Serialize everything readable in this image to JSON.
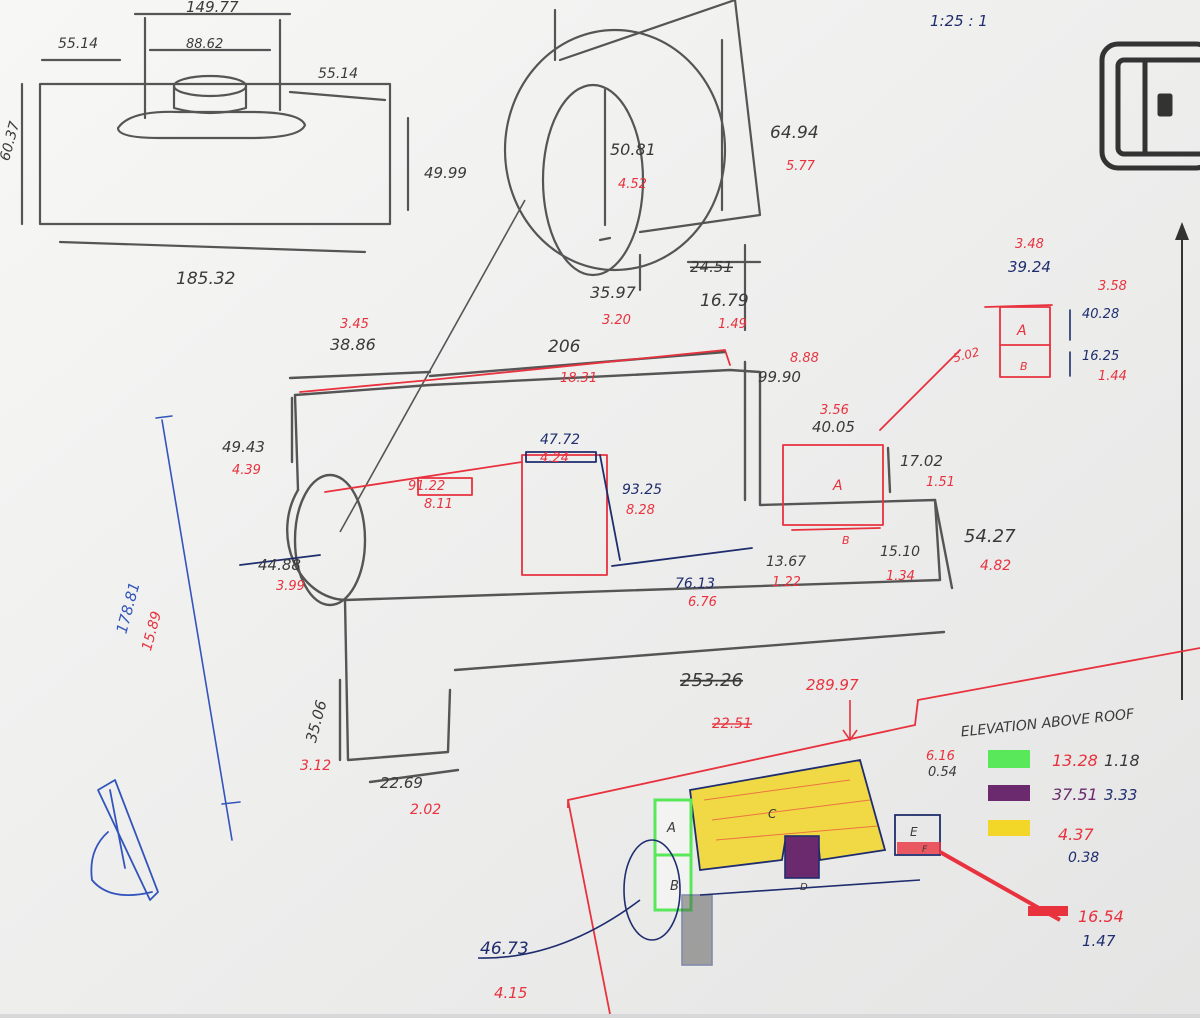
{
  "scale": {
    "label": "1:25 : 1"
  },
  "colors": {
    "pencil": "#3a3a3a",
    "red": "#e8323e",
    "navy": "#1f2d6e",
    "blue": "#3355bb",
    "green": "#58e85a",
    "purple": "#6b2a6e",
    "yellow": "#f2d628",
    "paper": "#f4f4f2"
  },
  "top_view": {
    "dims": {
      "top_outer": "149.77",
      "top_inner": "88.62",
      "left": "55.14",
      "right": "55.14",
      "height_right": "49.99",
      "height_left": "60.37",
      "bottom": "185.32"
    }
  },
  "side_view": {
    "dims": {
      "height": "64.94",
      "height_scaled": "5.77",
      "circle": "50.81",
      "circle_scaled": "4.52",
      "bottom_a": "35.97",
      "bottom_a_scaled": "3.20",
      "bottom_b_struck": "24.51",
      "bottom_b": "16.79",
      "bottom_b_scaled": "1.49"
    }
  },
  "plan": {
    "dims": {
      "top_left": "38.86",
      "top_left_scaled": "3.45",
      "top_span": "206",
      "top_span_scaled": "18.31",
      "right_top": "99.90",
      "right_top_scaled": "8.88",
      "left_height": "49.43",
      "left_height_scaled": "4.39",
      "inner_span": "91.22",
      "inner_span_scaled": "8.11",
      "rect_w": "47.72",
      "rect_w_scaled": "4.24",
      "rect_h": "93.25",
      "rect_h_scaled": "8.28",
      "rect_bottom": "76.13",
      "rect_bottom_scaled": "6.76",
      "circle_r": "44.88",
      "circle_r_scaled": "3.99",
      "box_w": "40.05",
      "box_w_scaled": "3.56",
      "box_h": "17.02",
      "box_h_scaled": "1.51",
      "box_left": "13.67",
      "box_left_scaled": "1.22",
      "box_right": "15.10",
      "box_right_scaled": "1.34",
      "right_height": "54.27",
      "right_height_scaled": "4.82",
      "total_struck": "253.26",
      "total_scaled_struck": "22.51",
      "total": "289.97",
      "leg_height": "35.06",
      "leg_height_scaled": "3.12",
      "leg_w": "22.69",
      "leg_w_scaled": "2.02",
      "box_a": "A",
      "box_b": "B"
    }
  },
  "detail": {
    "w": "39.24",
    "w_scaled": "3.48",
    "side": "5.02",
    "a_h": "40.28",
    "a_h_scaled": "3.58",
    "b_h": "16.25",
    "b_h_scaled": "1.44",
    "a": "A",
    "b": "B"
  },
  "blue_dim": {
    "value": "178.81",
    "scaled": "15.89"
  },
  "elevation": {
    "title": "ELEVATION ABOVE ROOF",
    "legend": [
      {
        "value": "13.28",
        "scaled": "1.18",
        "color": "#58e85a"
      },
      {
        "value": "37.51",
        "scaled": "3.33",
        "color": "#6b2a6e"
      },
      {
        "value": "4.37",
        "scaled": "0.38",
        "color": "#f2d628"
      },
      {
        "value": "16.54",
        "scaled": "1.47",
        "color": "#e8323e"
      }
    ],
    "e_box": {
      "value": "6.16",
      "scaled": "0.54"
    },
    "labels": {
      "a": "A",
      "b": "B",
      "c": "C",
      "d": "D",
      "e": "E",
      "f": "F"
    },
    "bottom": {
      "value": "46.73",
      "scaled": "4.15"
    }
  },
  "icons": {
    "top_right": "tv-frame-icon",
    "arrow": "arrow-up-icon",
    "sketch": "chair-sketch-icon"
  }
}
